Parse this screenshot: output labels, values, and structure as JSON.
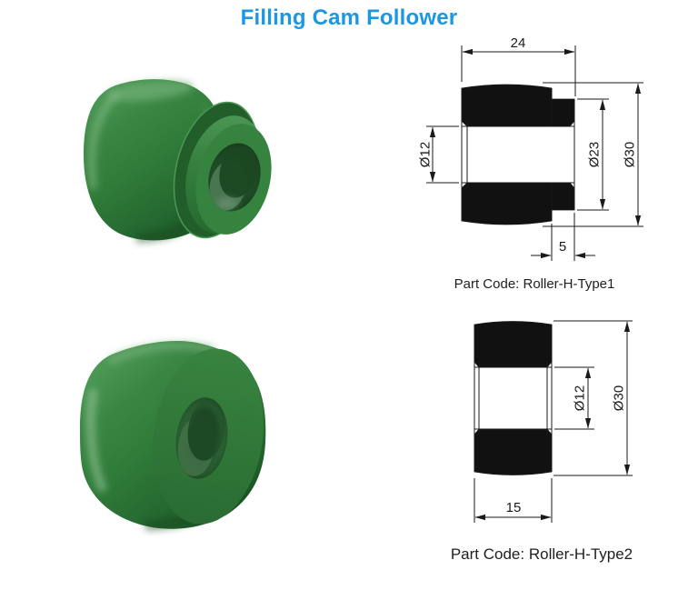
{
  "title": {
    "text": "Filling Cam Follower",
    "color": "#1b97e3"
  },
  "colors": {
    "ink": "#1a1a1a",
    "background": "#ffffff",
    "roller_green_base": "#2f7b38",
    "roller_green_light": "#4f9b58",
    "roller_green_dark": "#1b5323"
  },
  "type1": {
    "part_code_label": "Part Code: Roller-H-Type1",
    "dims": {
      "overall_width": "24",
      "boss_width": "5",
      "bore_diameter": "Ø12",
      "boss_diameter": "Ø23",
      "outer_diameter": "Ø30"
    }
  },
  "type2": {
    "part_code_label": "Part Code: Roller-H-Type2",
    "dims": {
      "width": "15",
      "bore_diameter": "Ø12",
      "outer_diameter": "Ø30"
    }
  }
}
